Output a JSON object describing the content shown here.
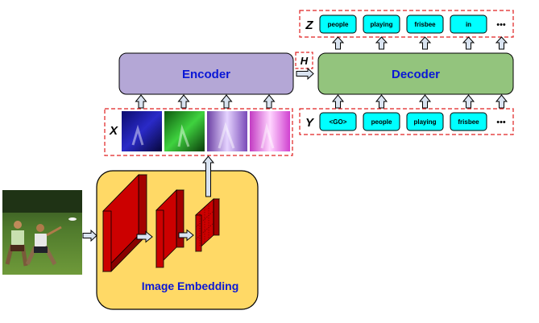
{
  "colors": {
    "encoder_fill": "#b4a7d6",
    "decoder_fill": "#93c47d",
    "token_fill": "#00ffff",
    "embedding_fill": "#ffd966",
    "fmap_fill": "#cc0000",
    "arrow_fill": "#d9e3f0",
    "dash": "#e02020",
    "title_blue": "#0a17d6"
  },
  "encoder": {
    "label": "Encoder"
  },
  "decoder": {
    "label": "Decoder"
  },
  "embedding": {
    "label": "Image Embedding"
  },
  "vars": {
    "x": "X",
    "y": "Y",
    "z": "Z",
    "h": "H"
  },
  "z_tokens": [
    "people",
    "playing",
    "frisbee",
    "in"
  ],
  "y_tokens": [
    "<GO>",
    "people",
    "playing",
    "frisbee"
  ],
  "ellipsis": "•••",
  "x_images": [
    "blue-tinted-frame",
    "green-tinted-frame",
    "purple-tinted-frame",
    "magenta-tinted-frame"
  ],
  "input_image": "frisbee-players-photo"
}
